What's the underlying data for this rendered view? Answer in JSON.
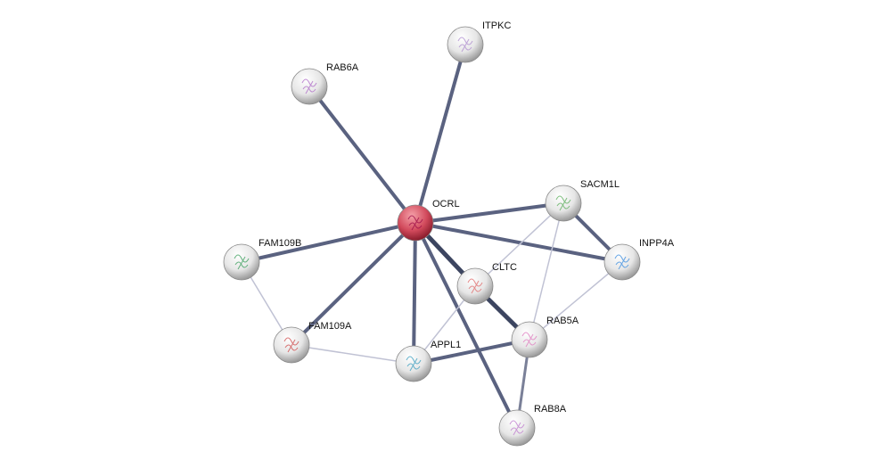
{
  "network": {
    "nodes": [
      {
        "id": "OCRL",
        "label": "OCRL",
        "query": true,
        "color": "#d9485a"
      },
      {
        "id": "ITPKC",
        "label": "ITPKC",
        "color": "#b090d0"
      },
      {
        "id": "RAB6A",
        "label": "RAB6A",
        "color": "#b070c8"
      },
      {
        "id": "SACM1L",
        "label": "SACM1L",
        "color": "#60b060"
      },
      {
        "id": "INPP4A",
        "label": "INPP4A",
        "color": "#4090e0"
      },
      {
        "id": "FAM109B",
        "label": "FAM109B",
        "color": "#40a060"
      },
      {
        "id": "CLTC",
        "label": "CLTC",
        "color": "#e07070"
      },
      {
        "id": "FAM109A",
        "label": "FAM109A",
        "color": "#d05050"
      },
      {
        "id": "APPL1",
        "label": "APPL1",
        "color": "#40a0c0"
      },
      {
        "id": "RAB5A",
        "label": "RAB5A",
        "color": "#e080c0"
      },
      {
        "id": "RAB8A",
        "label": "RAB8A",
        "color": "#c080d0"
      }
    ],
    "edges": [
      {
        "a": "OCRL",
        "b": "ITPKC",
        "strength": "high"
      },
      {
        "a": "OCRL",
        "b": "RAB6A",
        "strength": "high"
      },
      {
        "a": "OCRL",
        "b": "SACM1L",
        "strength": "high"
      },
      {
        "a": "OCRL",
        "b": "INPP4A",
        "strength": "high"
      },
      {
        "a": "OCRL",
        "b": "FAM109B",
        "strength": "high"
      },
      {
        "a": "OCRL",
        "b": "FAM109A",
        "strength": "high"
      },
      {
        "a": "OCRL",
        "b": "APPL1",
        "strength": "high"
      },
      {
        "a": "OCRL",
        "b": "RAB8A",
        "strength": "high"
      },
      {
        "a": "OCRL",
        "b": "CLTC",
        "strength": "highest"
      },
      {
        "a": "CLTC",
        "b": "RAB5A",
        "strength": "highest"
      },
      {
        "a": "SACM1L",
        "b": "INPP4A",
        "strength": "high"
      },
      {
        "a": "APPL1",
        "b": "RAB5A",
        "strength": "high"
      },
      {
        "a": "RAB5A",
        "b": "RAB8A",
        "strength": "medium"
      },
      {
        "a": "SACM1L",
        "b": "CLTC",
        "strength": "low"
      },
      {
        "a": "SACM1L",
        "b": "RAB5A",
        "strength": "low"
      },
      {
        "a": "INPP4A",
        "b": "RAB5A",
        "strength": "low"
      },
      {
        "a": "CLTC",
        "b": "APPL1",
        "strength": "low"
      },
      {
        "a": "FAM109B",
        "b": "FAM109A",
        "strength": "low"
      },
      {
        "a": "FAM109A",
        "b": "APPL1",
        "strength": "low"
      }
    ]
  }
}
